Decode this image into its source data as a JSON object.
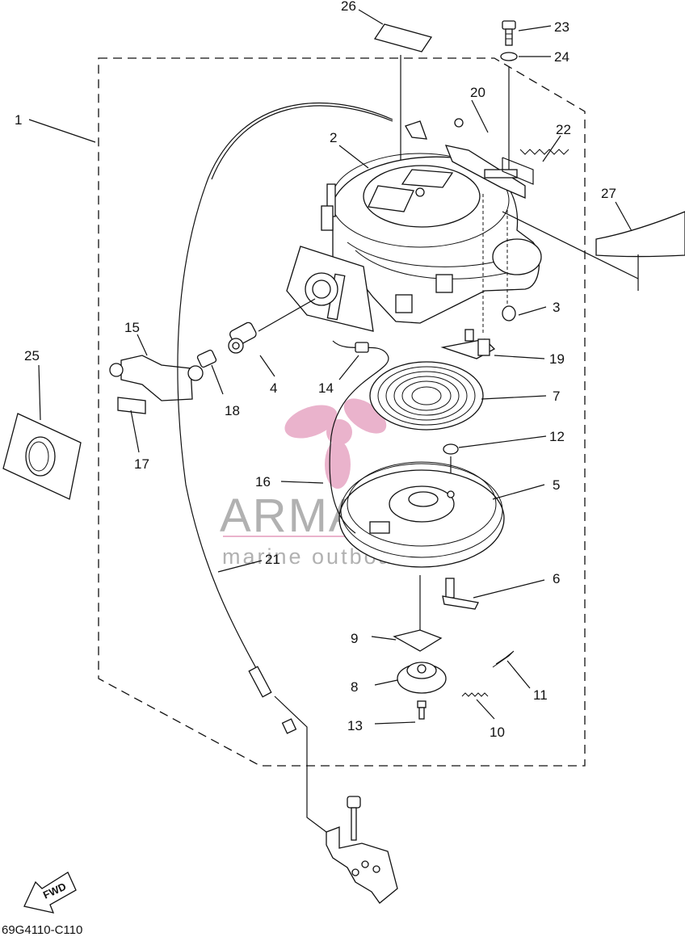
{
  "diagram": {
    "callouts": [
      "1",
      "2",
      "3",
      "4",
      "5",
      "6",
      "7",
      "8",
      "9",
      "10",
      "11",
      "12",
      "13",
      "14",
      "15",
      "16",
      "17",
      "18",
      "19",
      "20",
      "21",
      "22",
      "23",
      "24",
      "25",
      "26",
      "27"
    ],
    "direction_label": "FWD",
    "part_code": "69G4110-C110"
  },
  "watermark": {
    "brand": "ARMADA",
    "tagline": "marine outboards",
    "color": "#e7a6c4"
  }
}
